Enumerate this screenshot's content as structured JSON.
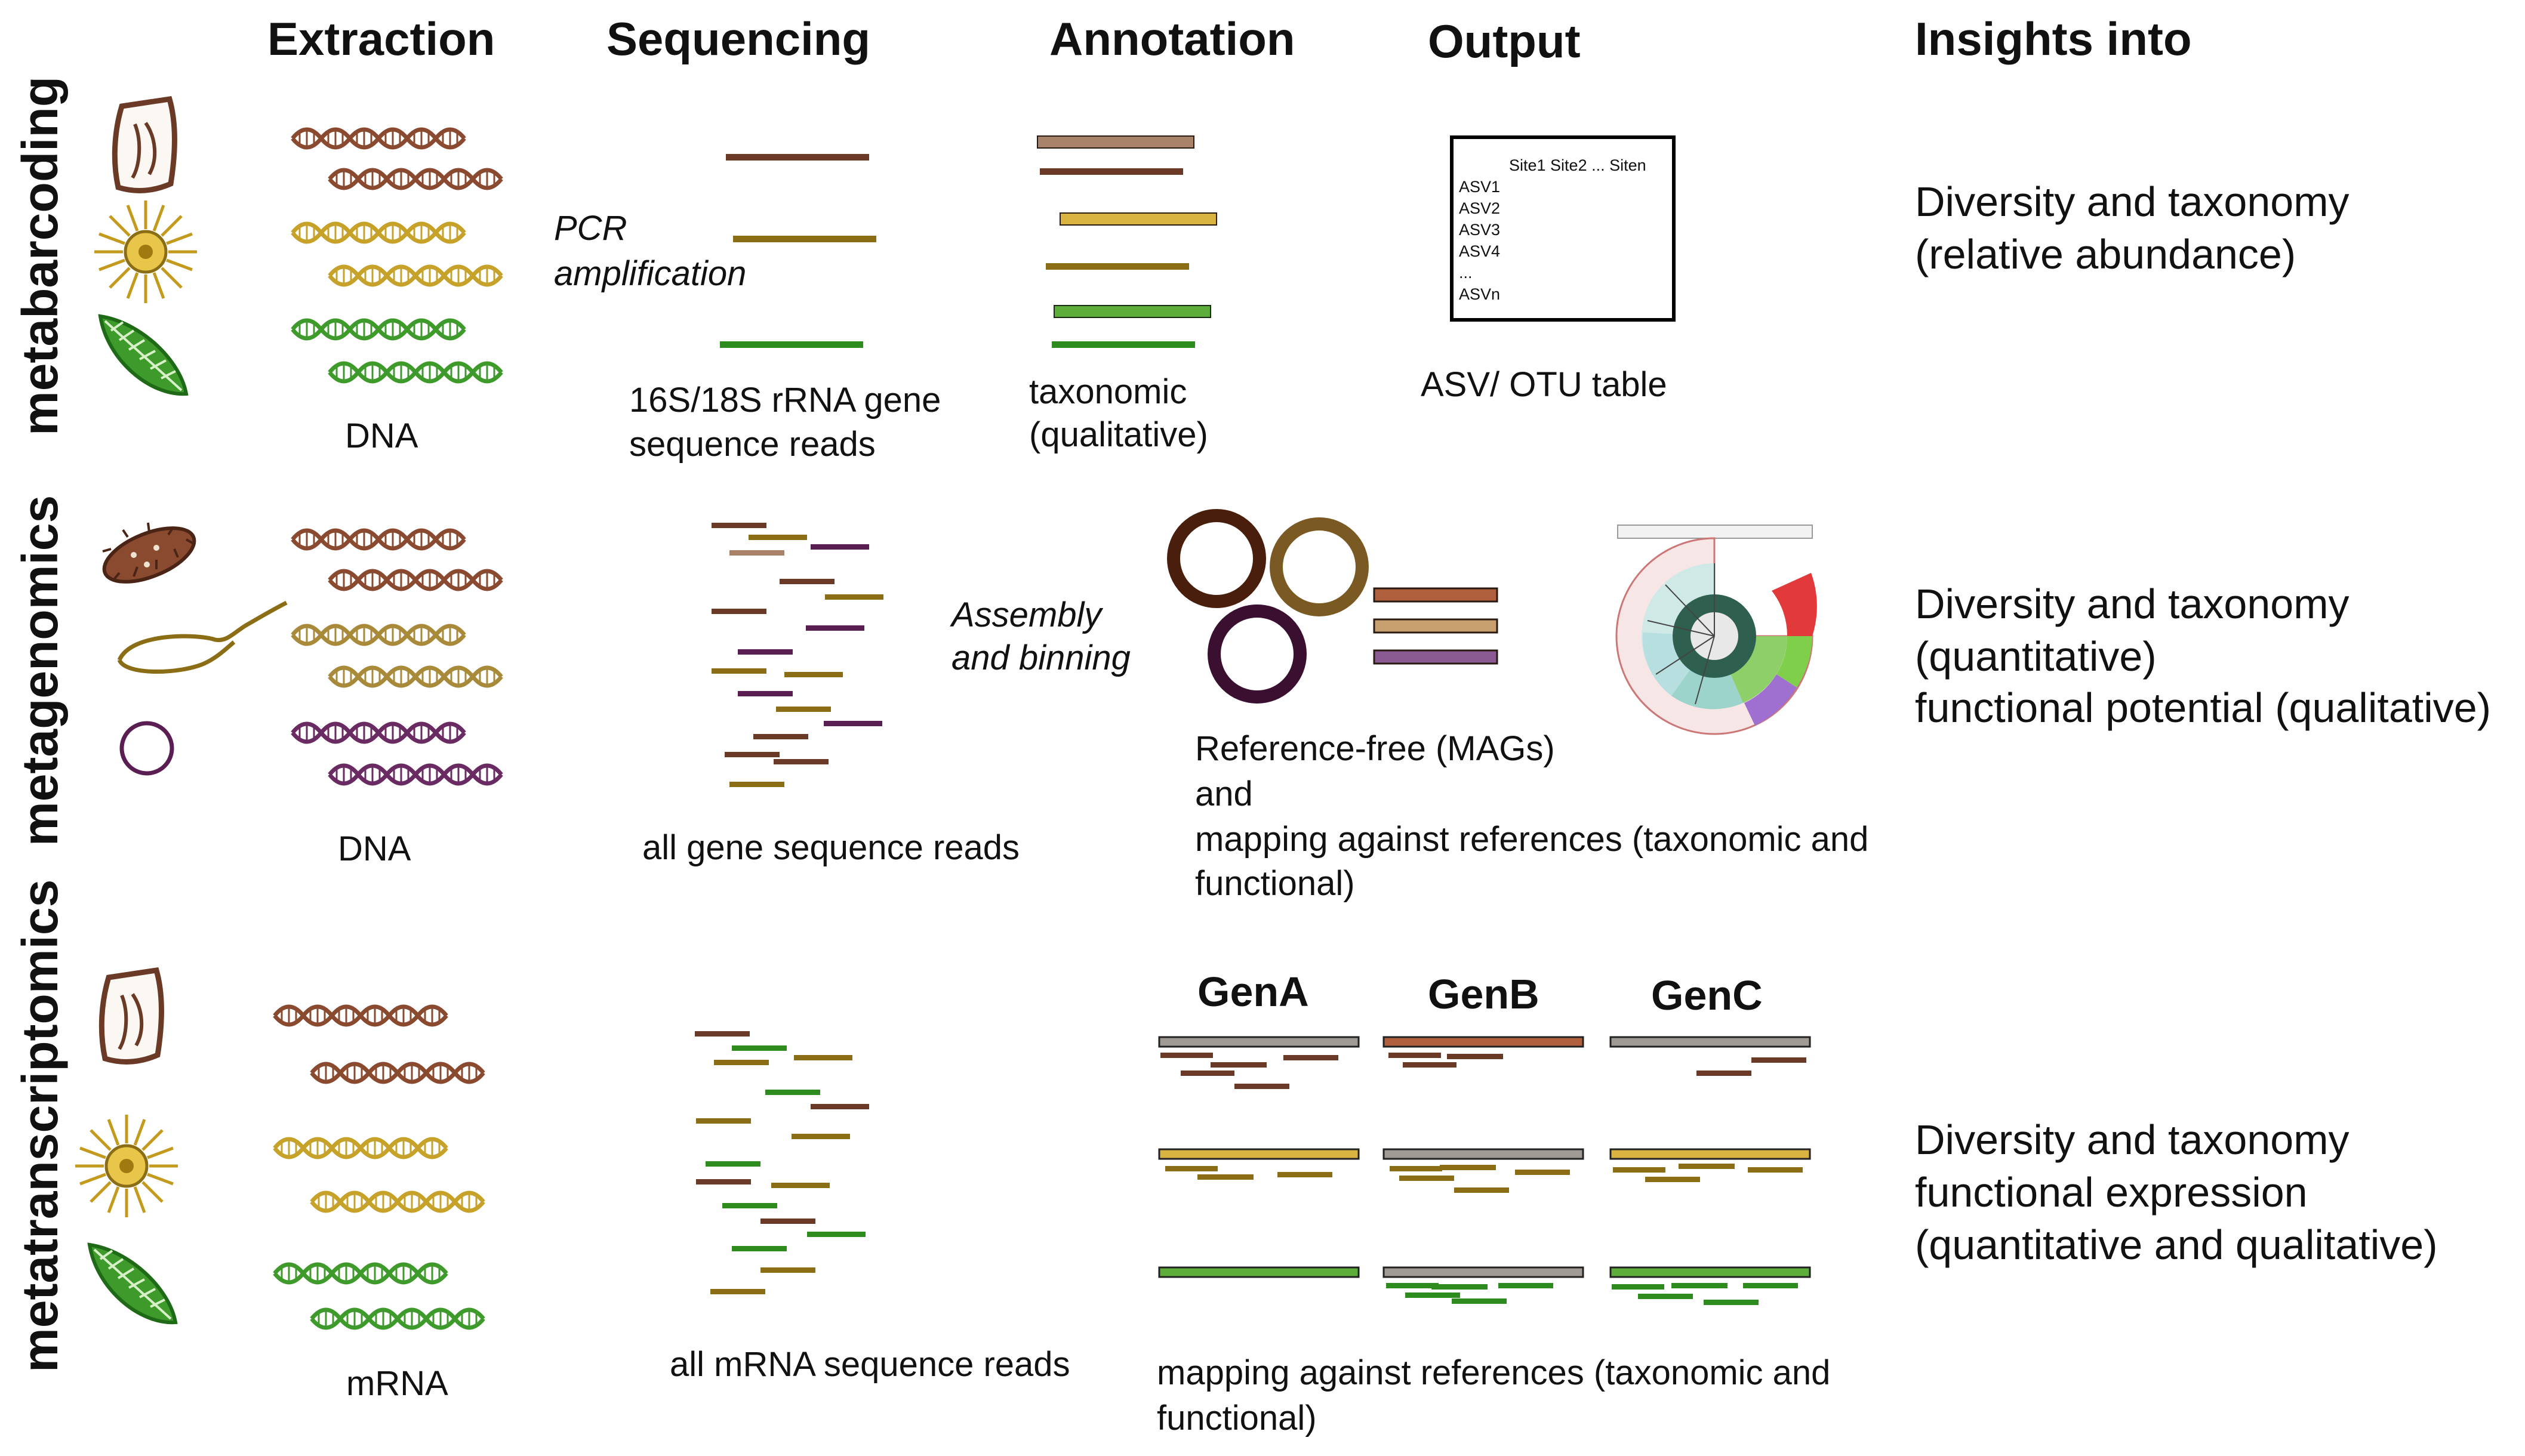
{
  "headers": {
    "extraction": "Extraction",
    "sequencing": "Sequencing",
    "annotation": "Annotation",
    "output": "Output",
    "insights": "Insights into"
  },
  "rows": {
    "metabarcoding": {
      "label": "metabarcoding",
      "extraction_label": "DNA",
      "step_label_1": "PCR",
      "step_label_2": "amplification",
      "reads_label_1": "16S/18S rRNA gene",
      "reads_label_2": "sequence reads",
      "annotation_label_1": "taxonomic",
      "annotation_label_2": "(qualitative)",
      "output_label": "ASV/ OTU table",
      "table": {
        "header": "Site1 Site2 ... Siten",
        "rows": [
          "ASV1",
          "ASV2",
          "ASV3",
          "ASV4",
          "...",
          "ASVn"
        ]
      },
      "insights": [
        "Diversity and taxonomy",
        "(relative abundance)"
      ]
    },
    "metagenomics": {
      "label": "metagenomics",
      "extraction_label": "DNA",
      "reads_label": "all gene sequence reads",
      "step_label_1": "Assembly",
      "step_label_2": "and binning",
      "annotation_label": [
        "Reference-free (MAGs)",
        "and",
        "mapping against references (taxonomic and",
        "functional)"
      ],
      "insights": [
        "Diversity and taxonomy",
        "(quantitative)",
        "functional potential (qualitative)"
      ]
    },
    "metatranscriptomics": {
      "label": "metatranscriptomics",
      "extraction_label": "mRNA",
      "reads_label": "all mRNA sequence reads",
      "genes": [
        "GenA",
        "GenB",
        "GenC"
      ],
      "annotation_label": [
        "mapping against references (taxonomic and",
        "functional)"
      ],
      "insights": [
        "Diversity and taxonomy",
        "functional expression",
        "(quantitative and qualitative)"
      ]
    }
  },
  "colors": {
    "brown": "#6b3a26",
    "tan": "#a9826a",
    "mustard": "#8a6d14",
    "gold": "#d9b440",
    "green": "#2e8b1e",
    "light_green": "#5cad3a",
    "purple": "#5a1e52",
    "rust": "#b0603c",
    "gray": "#a09a94"
  }
}
